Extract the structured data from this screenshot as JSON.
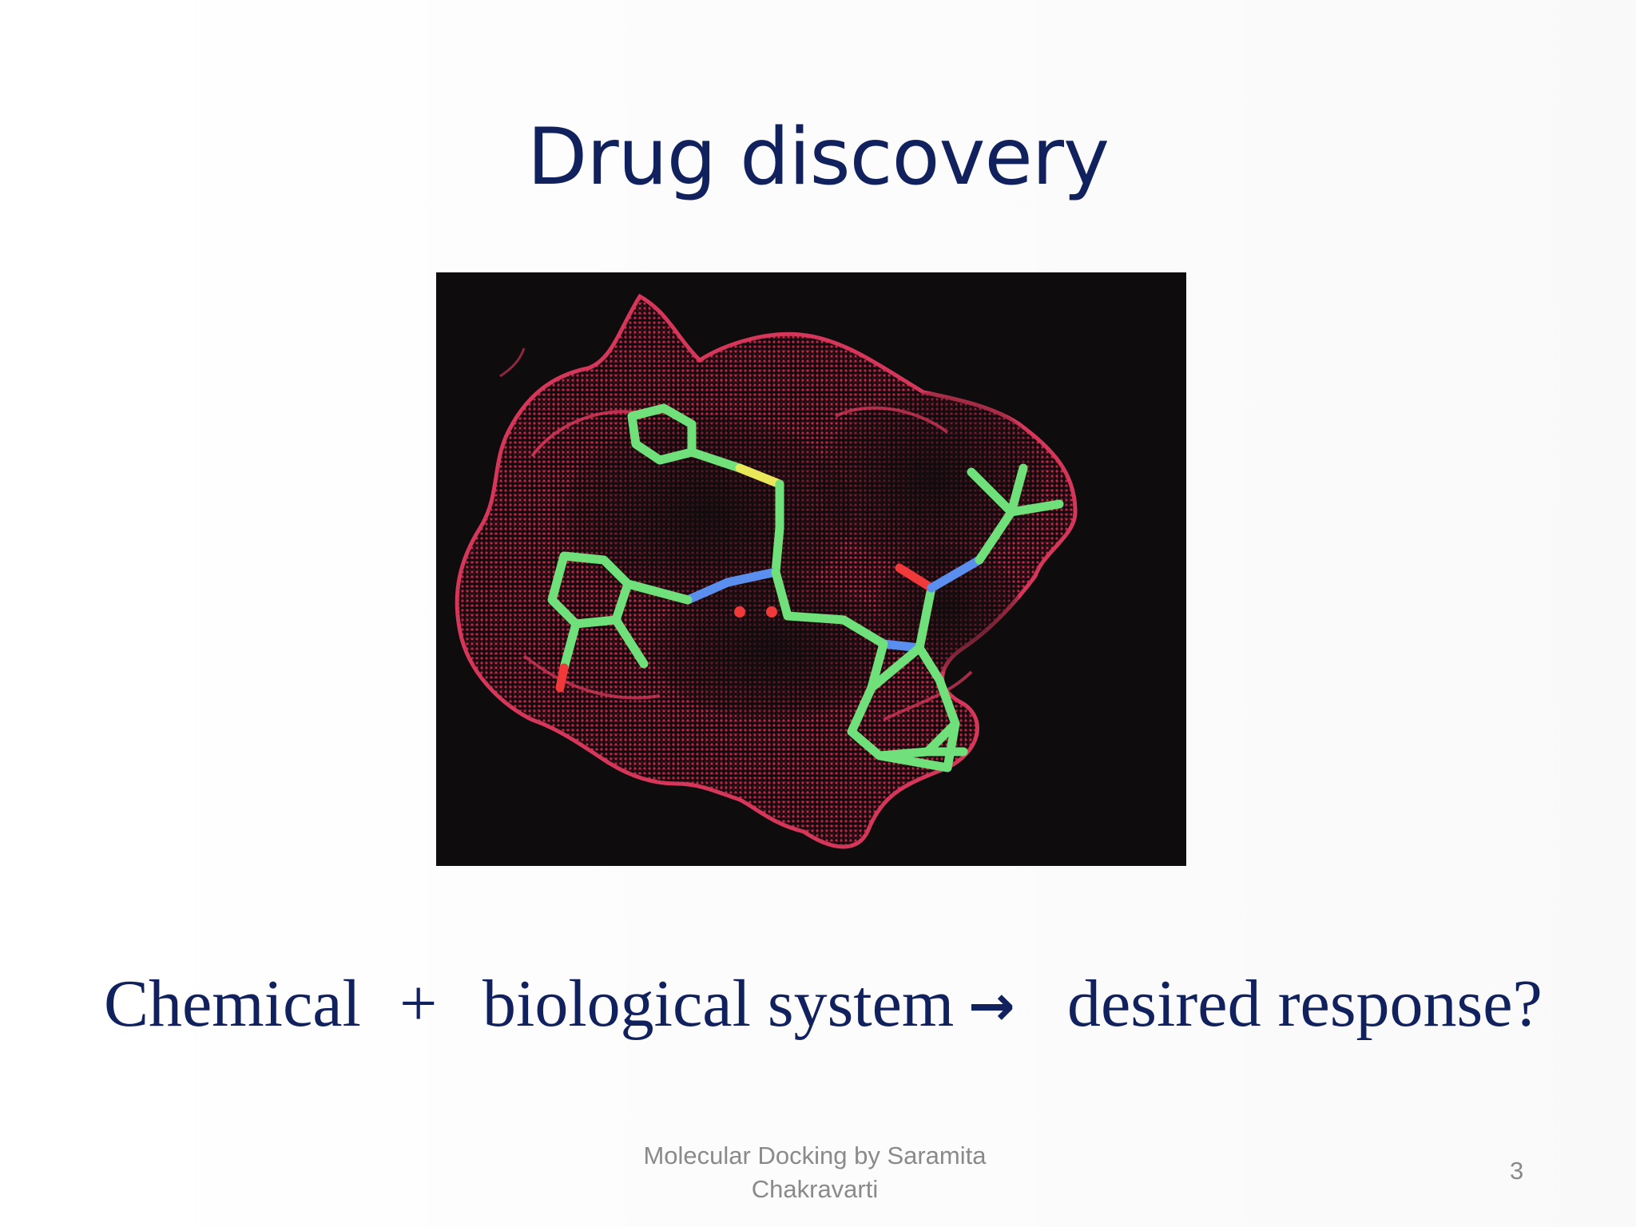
{
  "slide": {
    "title": "Drug discovery",
    "equation": {
      "chemical": "Chemical",
      "plus": "+",
      "biological": "biological system",
      "arrow": "→",
      "response": "desired response?"
    },
    "footer_line1": "Molecular Docking by Saramita",
    "footer_line2": "Chakravarti",
    "page_number": "3"
  },
  "figure": {
    "subject": "ligand-in-binding-pocket",
    "colors": {
      "background": "#0e0c0d",
      "surface": "#c81e45",
      "surface_light": "#e23a5f",
      "carbon": "#6fe07a",
      "nitrogen": "#5a8ff0",
      "oxygen": "#f03a3a",
      "sulfur": "#e8e85a"
    }
  },
  "colors": {
    "title": "#10215e",
    "body_text": "#10215e",
    "footer_text": "#8a8a8a"
  }
}
